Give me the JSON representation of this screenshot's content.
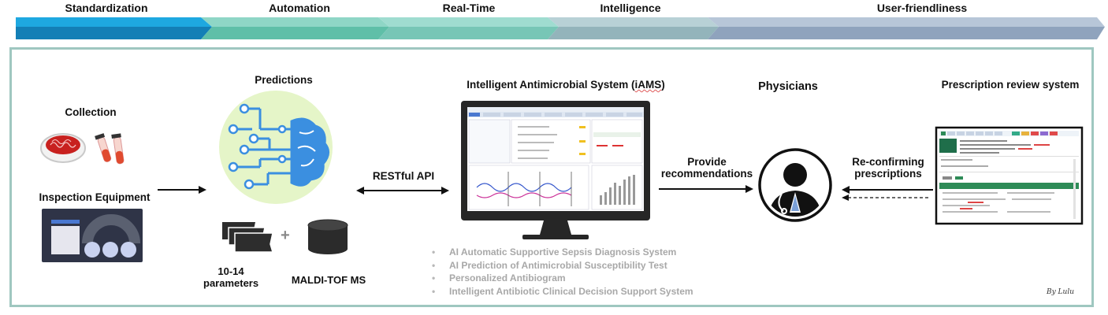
{
  "banner": {
    "stages": [
      {
        "label": "Standardization",
        "color": "#1ea8e0",
        "dark": "#137fb6"
      },
      {
        "label": "Automation",
        "color": "#8fd6c6",
        "dark": "#5fbfa8"
      },
      {
        "label": "Real-Time",
        "color": "#9fdcd0",
        "dark": "#77c6b6"
      },
      {
        "label": "Intelligence",
        "color": "#b8d1d6",
        "dark": "#93b4bb"
      },
      {
        "label": "User-friendliness",
        "color": "#b7c6d8",
        "dark": "#8fa3bd"
      }
    ]
  },
  "collection": {
    "title": "Collection",
    "icons": [
      "petri-dish-icon",
      "test-tubes-icon"
    ]
  },
  "inspection": {
    "title": "Inspection Equipment"
  },
  "predictions": {
    "title": "Predictions",
    "parameters_label": "10-14\nparameters",
    "plus": "+",
    "maldi_label": "MALDI-TOF MS"
  },
  "api": {
    "label": "RESTful API"
  },
  "iams": {
    "title_prefix": "Intelligent Antimicrobial System (",
    "title_acronym": "iAMS",
    "title_suffix": ")",
    "features": [
      "AI Automatic Supportive Sepsis Diagnosis System",
      "AI Prediction of Antimicrobial Susceptibility Test",
      "Personalized Antibiogram",
      "Intelligent Antibiotic Clinical Decision  Support System"
    ]
  },
  "recommend": {
    "label": "Provide\nrecommendations"
  },
  "physicians": {
    "title": "Physicians"
  },
  "reconfirm": {
    "label": "Re-confirming\nprescriptions"
  },
  "prescription": {
    "title": "Prescription review system"
  },
  "signature": "By Lulu",
  "colors": {
    "frame": "#9fc7c0",
    "brain": "#3b8fe0",
    "circle": "#e5f5c8",
    "muted_text": "#a8a8a8"
  }
}
